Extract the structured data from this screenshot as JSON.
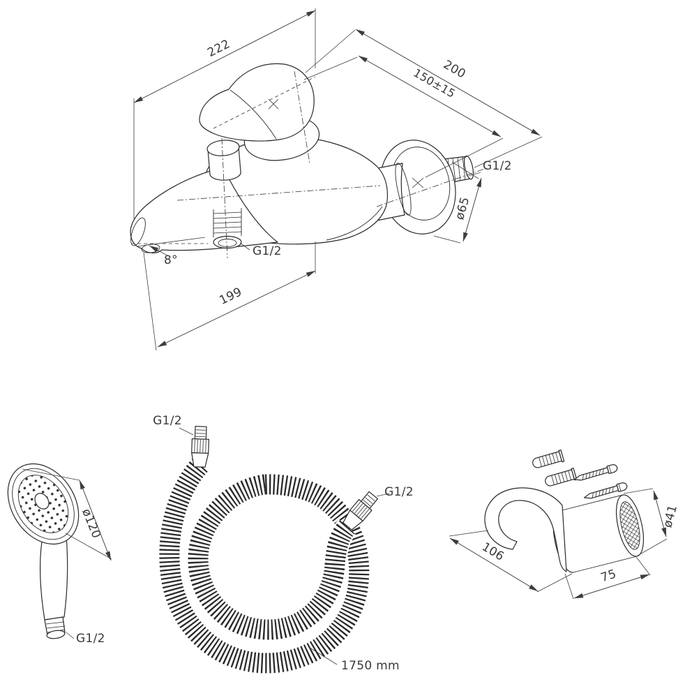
{
  "page": {
    "background": "#ffffff"
  },
  "drawing": {
    "line_color": "#2a2a2a",
    "dim_color": "#3d3d3d",
    "mixer": {
      "dim_width_top": "222",
      "dim_depth_total": "200",
      "dim_wall_centers": "150±15",
      "wall_thread": "G1/2",
      "flange_diameter": "ø65",
      "spout_angle": "8°",
      "outlet_thread": "G1/2",
      "dim_spout_reach": "199"
    },
    "handshower": {
      "head_diameter": "ø120",
      "thread": "G1/2"
    },
    "hose": {
      "thread_top": "G1/2",
      "thread_right": "G1/2",
      "length": "1750 mm"
    },
    "bracket": {
      "dim_depth": "106",
      "dim_width": "75",
      "diameter": "ø41"
    }
  }
}
